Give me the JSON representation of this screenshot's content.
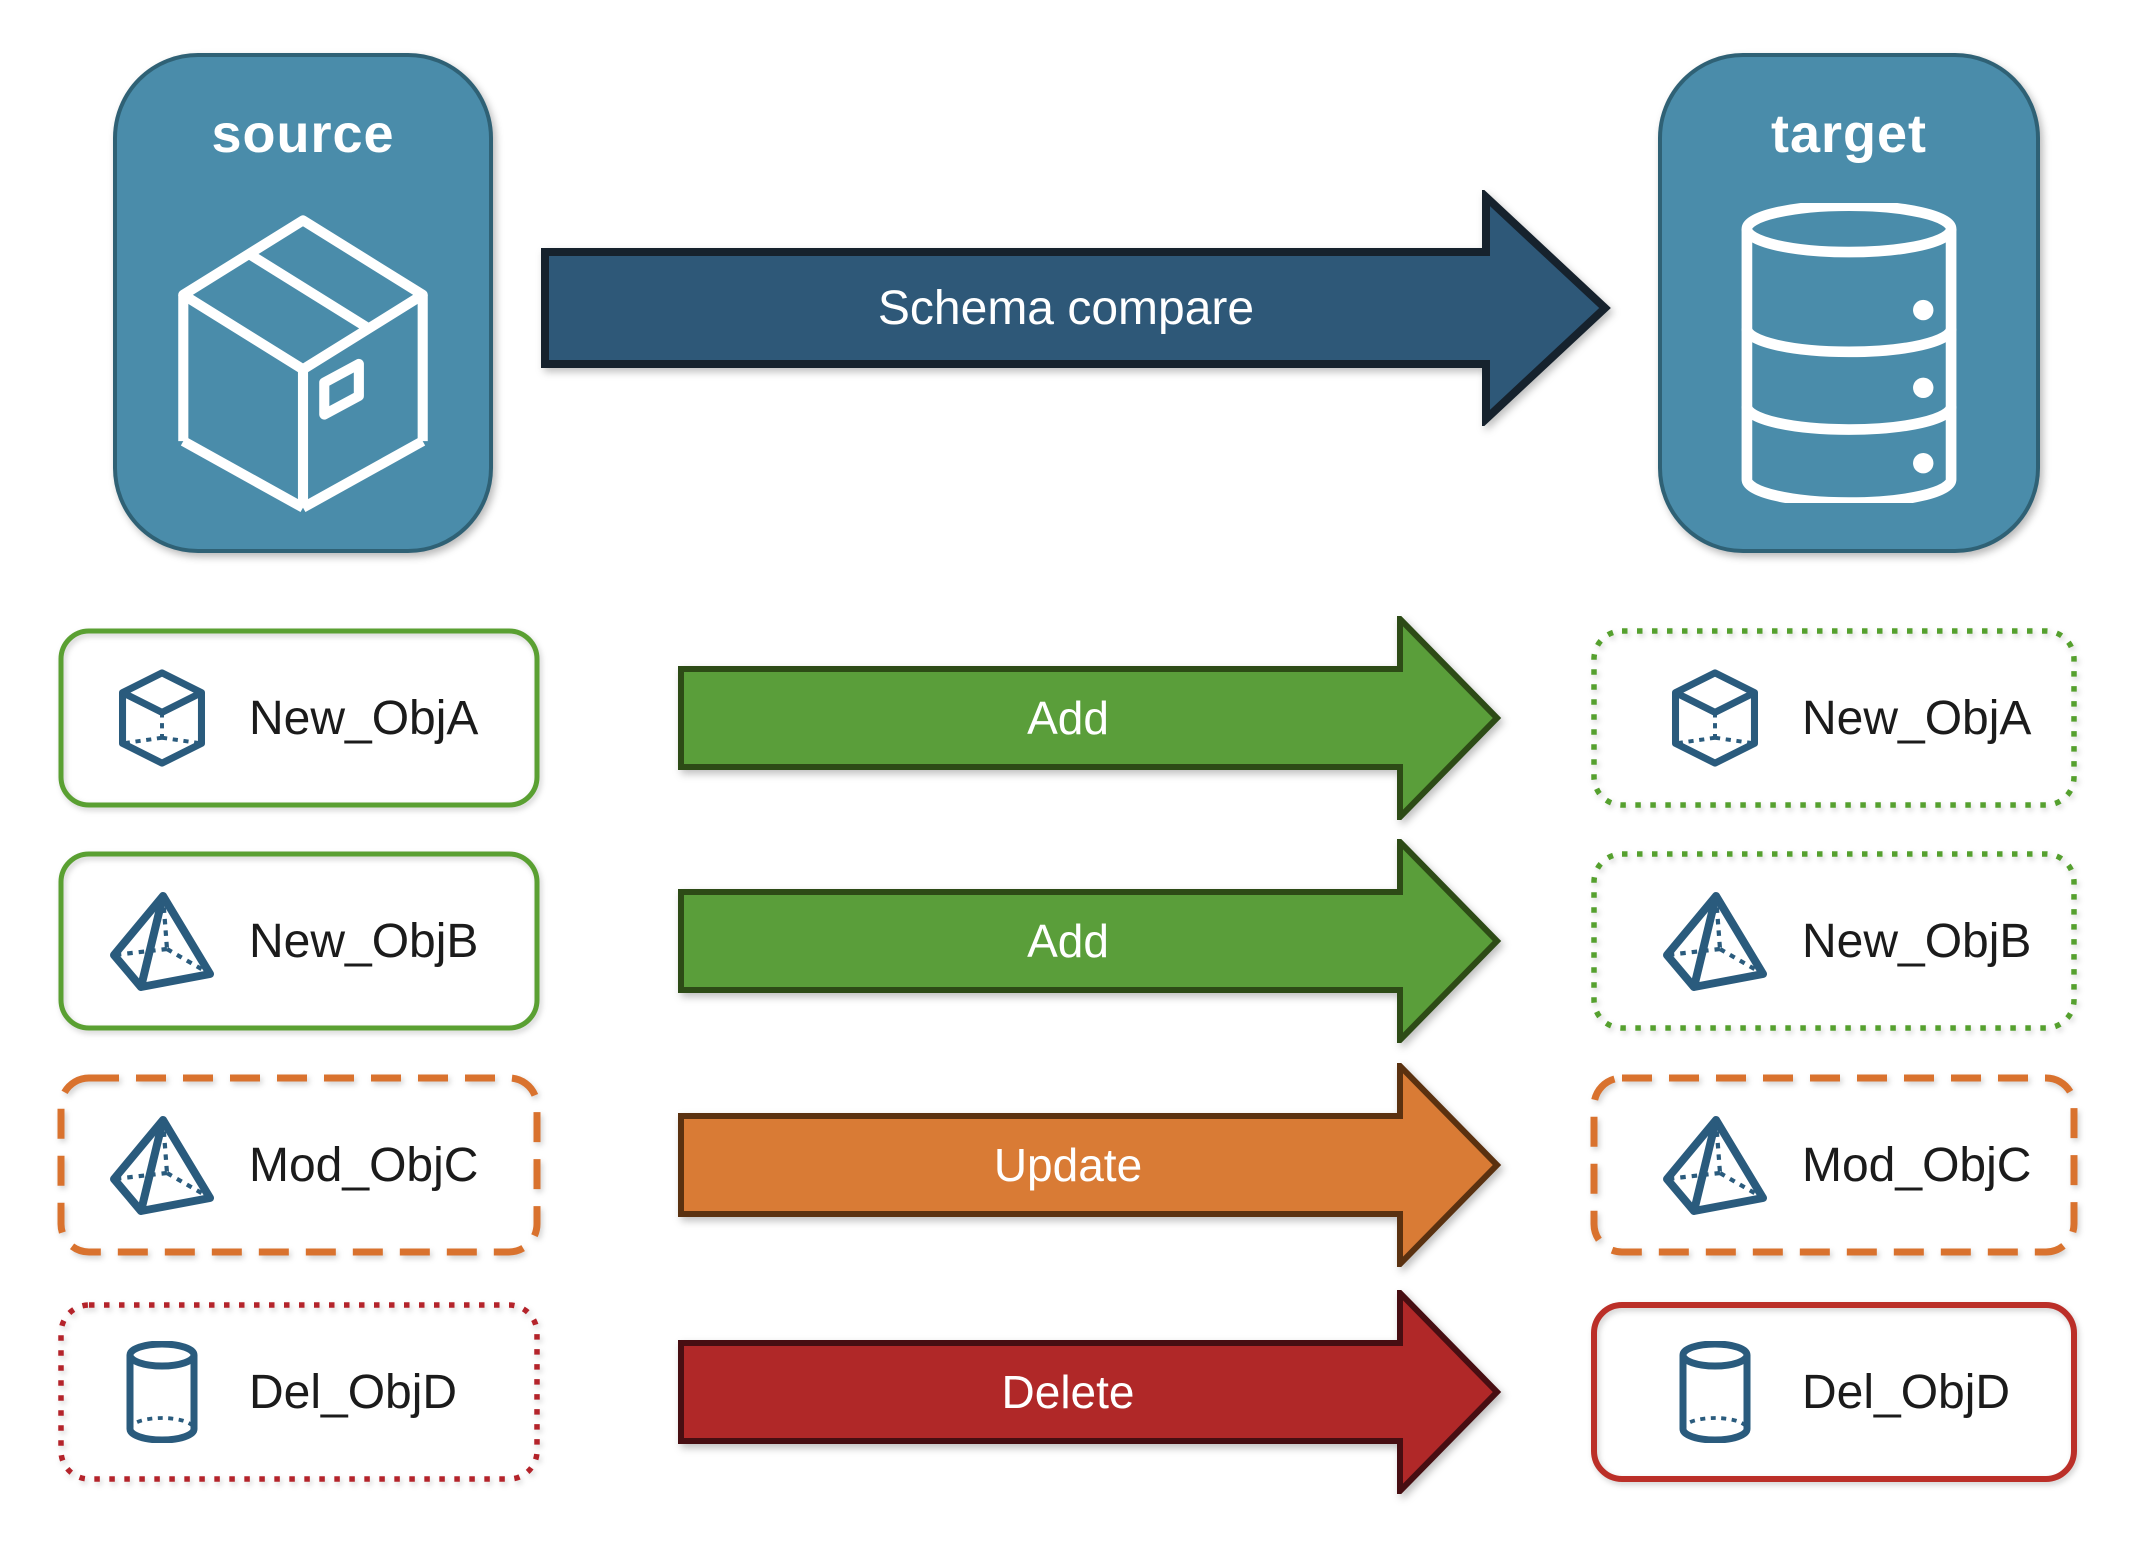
{
  "header": {
    "source_node": {
      "label": "source",
      "icon": "package-box-icon"
    },
    "target_node": {
      "label": "target",
      "icon": "database-icon"
    },
    "compare_arrow": {
      "label": "Schema compare"
    }
  },
  "rows": [
    {
      "object": "New_ObjA",
      "icon": "cube-icon",
      "action": "Add",
      "source_box_style": "solid-green",
      "target_box_style": "dotted-green"
    },
    {
      "object": "New_ObjB",
      "icon": "pyramid-icon",
      "action": "Add",
      "source_box_style": "solid-green",
      "target_box_style": "dotted-green"
    },
    {
      "object": "Mod_ObjC",
      "icon": "pyramid-icon",
      "action": "Update",
      "source_box_style": "dashed-orange",
      "target_box_style": "dashed-orange"
    },
    {
      "object": "Del_ObjD",
      "icon": "cylinder-icon",
      "action": "Delete",
      "source_box_style": "dotted-red",
      "target_box_style": "solid-red"
    }
  ],
  "colors": {
    "node_fill": "#4a8caa",
    "node_border": "#2f6175",
    "compare_arrow_fill": "#2e5878",
    "compare_arrow_border": "#16222d",
    "add_green": "#5a9e3a",
    "add_green_border": "#2d4b16",
    "update_orange": "#d97b35",
    "update_orange_border": "#5a3110",
    "delete_red": "#b02828",
    "delete_red_border": "#470e12",
    "green_box_border": "#5aa032",
    "orange_box_border": "#d9722e",
    "red_dotted_border": "#b4232a",
    "red_solid_border": "#bb2f28",
    "object_icon_stroke": "#2a5b7d",
    "node_icon_stroke": "#ffffff",
    "label_text": "#1b1b1b",
    "arrow_text": "#ffffff"
  }
}
